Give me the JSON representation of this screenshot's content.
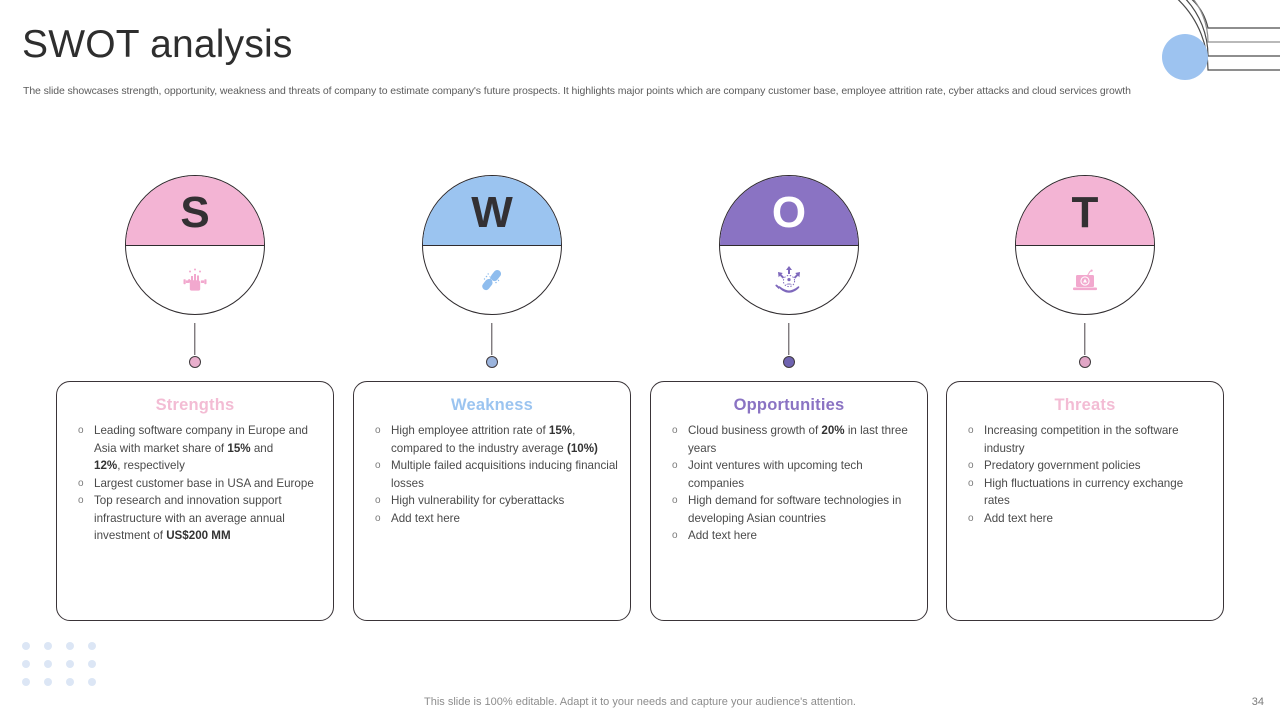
{
  "header": {
    "title": "SWOT analysis",
    "subtitle": "The slide showcases strength, opportunity, weakness and threats of company to estimate company's future prospects. It highlights major points which are company customer base, employee attrition rate, cyber attacks and cloud services growth"
  },
  "colors": {
    "pink": "#F3B4D4",
    "blue": "#9BC4F0",
    "purple": "#8A73C3",
    "outline": "#2f2b2e",
    "strengths_title": "#F3BCD4",
    "weakness_title": "#9BC4F0",
    "opportunities_title": "#8A73C3",
    "threats_title": "#F3BCD4",
    "deco_dot": "#9DC3F0",
    "dot_grid": "#DCE6F5"
  },
  "columns": [
    {
      "letter": "S",
      "letter_style": "dark",
      "badge_color": "#F3B4D4",
      "knob_color": "#E9AFCD",
      "icon": "strong-arm-dumbbell-icon",
      "title": "Strengths",
      "title_color": "#F3BCD4",
      "items": [
        [
          {
            "t": "Leading software company in Europe and Asia with market share of ",
            "b": false
          },
          {
            "t": "15%",
            "b": true
          },
          {
            "t": " and",
            "b": false
          },
          {
            "t": "\n",
            "b": false
          },
          {
            "t": "12%",
            "b": true
          },
          {
            "t": ", respectively",
            "b": false
          }
        ],
        [
          {
            "t": "Largest customer base in USA and Europe",
            "b": false
          }
        ],
        [
          {
            "t": "Top research and innovation support infrastructure with an average annual investment of ",
            "b": false
          },
          {
            "t": "US$200 MM",
            "b": true
          }
        ]
      ]
    },
    {
      "letter": "W",
      "letter_style": "dark",
      "badge_color": "#9BC4F0",
      "knob_color": "#9BB4DD",
      "icon": "broken-chain-link-icon",
      "title": "Weakness",
      "title_color": "#9BC4F0",
      "items": [
        [
          {
            "t": "High employee attrition rate of ",
            "b": false
          },
          {
            "t": "15%",
            "b": true
          },
          {
            "t": ", compared to the industry average ",
            "b": false
          },
          {
            "t": "(10%)",
            "b": true
          }
        ],
        [
          {
            "t": "Multiple failed acquisitions inducing financial losses",
            "b": false
          }
        ],
        [
          {
            "t": "High vulnerability for cyberattacks",
            "b": false
          }
        ],
        [
          {
            "t": "Add text here",
            "b": false
          }
        ]
      ]
    },
    {
      "letter": "O",
      "letter_style": "light",
      "badge_color": "#8A73C3",
      "knob_color": "#6F63B0",
      "icon": "opportunity-growth-hand-icon",
      "title": "Opportunities",
      "title_color": "#8A73C3",
      "items": [
        [
          {
            "t": "Cloud business growth of ",
            "b": false
          },
          {
            "t": "20%",
            "b": true
          },
          {
            "t": " in last three years",
            "b": false
          }
        ],
        [
          {
            "t": "Joint ventures with upcoming tech companies",
            "b": false
          }
        ],
        [
          {
            "t": "High demand for software technologies in developing Asian countries",
            "b": false
          }
        ],
        [
          {
            "t": "Add text here",
            "b": false
          }
        ]
      ]
    },
    {
      "letter": "T",
      "letter_style": "dark",
      "badge_color": "#F3B4D4",
      "knob_color": "#E1A6C6",
      "icon": "laptop-warning-bomb-icon",
      "title": "Threats",
      "title_color": "#F3BCD4",
      "items": [
        [
          {
            "t": "Increasing competition in the software industry",
            "b": false
          }
        ],
        [
          {
            "t": "Predatory government policies",
            "b": false
          }
        ],
        [
          {
            "t": "High fluctuations in currency exchange rates",
            "b": false
          }
        ],
        [
          {
            "t": "Add text here",
            "b": false
          }
        ]
      ]
    }
  ],
  "footer": {
    "note": "This slide is 100% editable. Adapt it to your needs and capture your audience's attention.",
    "page_number": "34"
  }
}
